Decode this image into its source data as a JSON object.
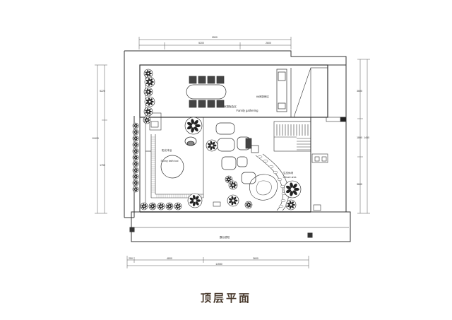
{
  "drawing": {
    "title": "顶层平面",
    "dims_top": {
      "overall": "9500",
      "left": "5200",
      "right": "2600"
    },
    "dims_bottom": {
      "left": "4800",
      "right": "3600",
      "overall": "11550",
      "small": "250"
    },
    "dims_left": {
      "overall": "10400",
      "upper": "5220",
      "lower": "1750"
    },
    "dims_right": {
      "overall": "1450",
      "upper": "3600",
      "middle": "1800",
      "lower": "3600"
    },
    "labels": {
      "family_cn": "家庭聚会区",
      "family_en": "Family gathering",
      "kitchen_cn": "休闲厨房区",
      "sunbath_cn": "阳光沐浴",
      "sunbath_en": "Sunny bath tool",
      "landscape_cn": "生态休闲",
      "landscape_en": "Leisure area",
      "canopy_cn": "露台遮阳"
    },
    "colors": {
      "line": "#333333",
      "title": "#4a3b2e",
      "tree": "#222222"
    }
  }
}
